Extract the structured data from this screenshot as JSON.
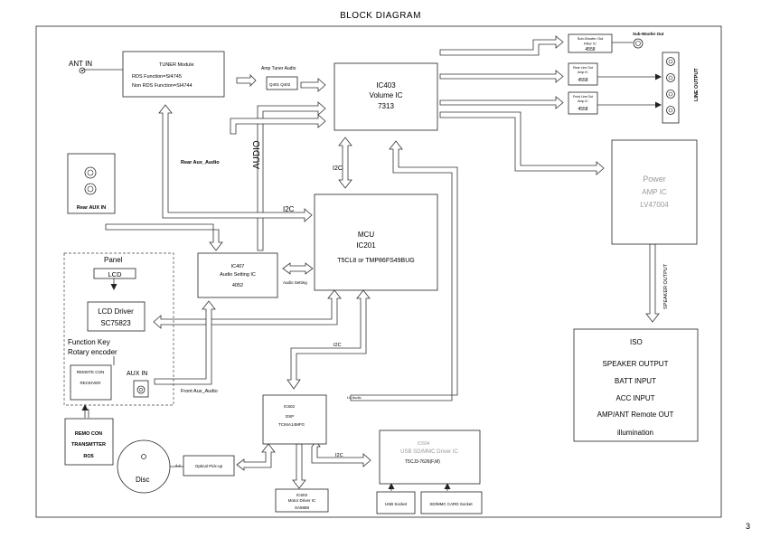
{
  "title": "BLOCK DIAGRAM",
  "page_number": "3",
  "colors": {
    "line": "#222222",
    "faded_text": "#999999",
    "background": "#ffffff"
  },
  "antenna": {
    "label": "ANT IN"
  },
  "tuner": {
    "title": "TUNER Module",
    "line1": "RDS Function=SI4745",
    "line2": "Non RDS Function=SI4744"
  },
  "amp_tuner": {
    "label": "Amp Tuner Audio",
    "chip": "Q401 Q402"
  },
  "ic403": {
    "name": "IC403",
    "function": "Volume IC",
    "part": "7313"
  },
  "subwoofer_filter": {
    "line1": "Sub-Woofer Out",
    "line2": "Filter IC",
    "part": "4558"
  },
  "subwoofer_out": {
    "label": "Sub-Woofer Out"
  },
  "rear_line_out": {
    "line1": "Rear Line Out",
    "line2": "Amp IC",
    "part": "4558"
  },
  "front_line_out": {
    "line1": "Front Line Out",
    "line2": "Amp IC",
    "part": "4558"
  },
  "line_output": {
    "label": "LINE OUTPUT"
  },
  "power_amp": {
    "line1": "Power",
    "line2": "AMP IC",
    "part": "LV47004"
  },
  "speaker_output_signal": {
    "label": "SPEAKER OUTPUT"
  },
  "iso": {
    "title": "ISO",
    "items": [
      "SPEAKER OUTPUT",
      "BATT INPUT",
      "ACC INPUT",
      "AMP/ANT Remote OUT",
      "illumination"
    ]
  },
  "rear_aux_in": {
    "label": "Rear AUX IN"
  },
  "labels": {
    "rear_aux_audio": "Rear Aux_Audio",
    "audio": "AUDIO",
    "i2c_vertical": "I2C",
    "i2c_mcu": "I2C",
    "i2c_lower": "I2C",
    "i2c_dsp_usb": "I2C",
    "audio_setting": "Audio Setting",
    "front_aux_audio": "Front Aux_Audio",
    "lv_audio": "LV Audio",
    "optical_bit": "4-4"
  },
  "mcu": {
    "title": "MCU",
    "name": "IC201",
    "part": "T5CL8  or  TMP86FS49BUG"
  },
  "ic407": {
    "name": "IC407",
    "function": "Audio Setting IC",
    "part": "4052"
  },
  "panel": {
    "title": "Panel",
    "lcd": "LCD",
    "lcd_driver": "LCD Driver",
    "lcd_driver_part": "SC75823",
    "function_key": "Function Key",
    "rotary": "Rotary encoder"
  },
  "remote_receiver": {
    "line1": "REMOTE CON",
    "line2": "RECEIVER"
  },
  "aux_in": {
    "label": "AUX IN"
  },
  "remote_transmitter": {
    "line1": "REMO CON",
    "line2": "TRANSMTTER",
    "line3": "RO5"
  },
  "disc": {
    "label": "Disc"
  },
  "optical_pickup": {
    "label": "Optical Pick-up"
  },
  "ic602": {
    "name": "IC602",
    "function": "DSP",
    "part": "TC94A14MFG"
  },
  "ic603": {
    "name": "IC603",
    "function": "Motor Driver IC",
    "part": "SA5888"
  },
  "ic604": {
    "name": "IC604",
    "function": "USB SD/MMC Driver IC",
    "part": "T5CJ3-7626(F,M)"
  },
  "usb_socket": {
    "label": "USB Socket"
  },
  "sd_socket": {
    "label": "SD/MMC CARD Socket"
  }
}
